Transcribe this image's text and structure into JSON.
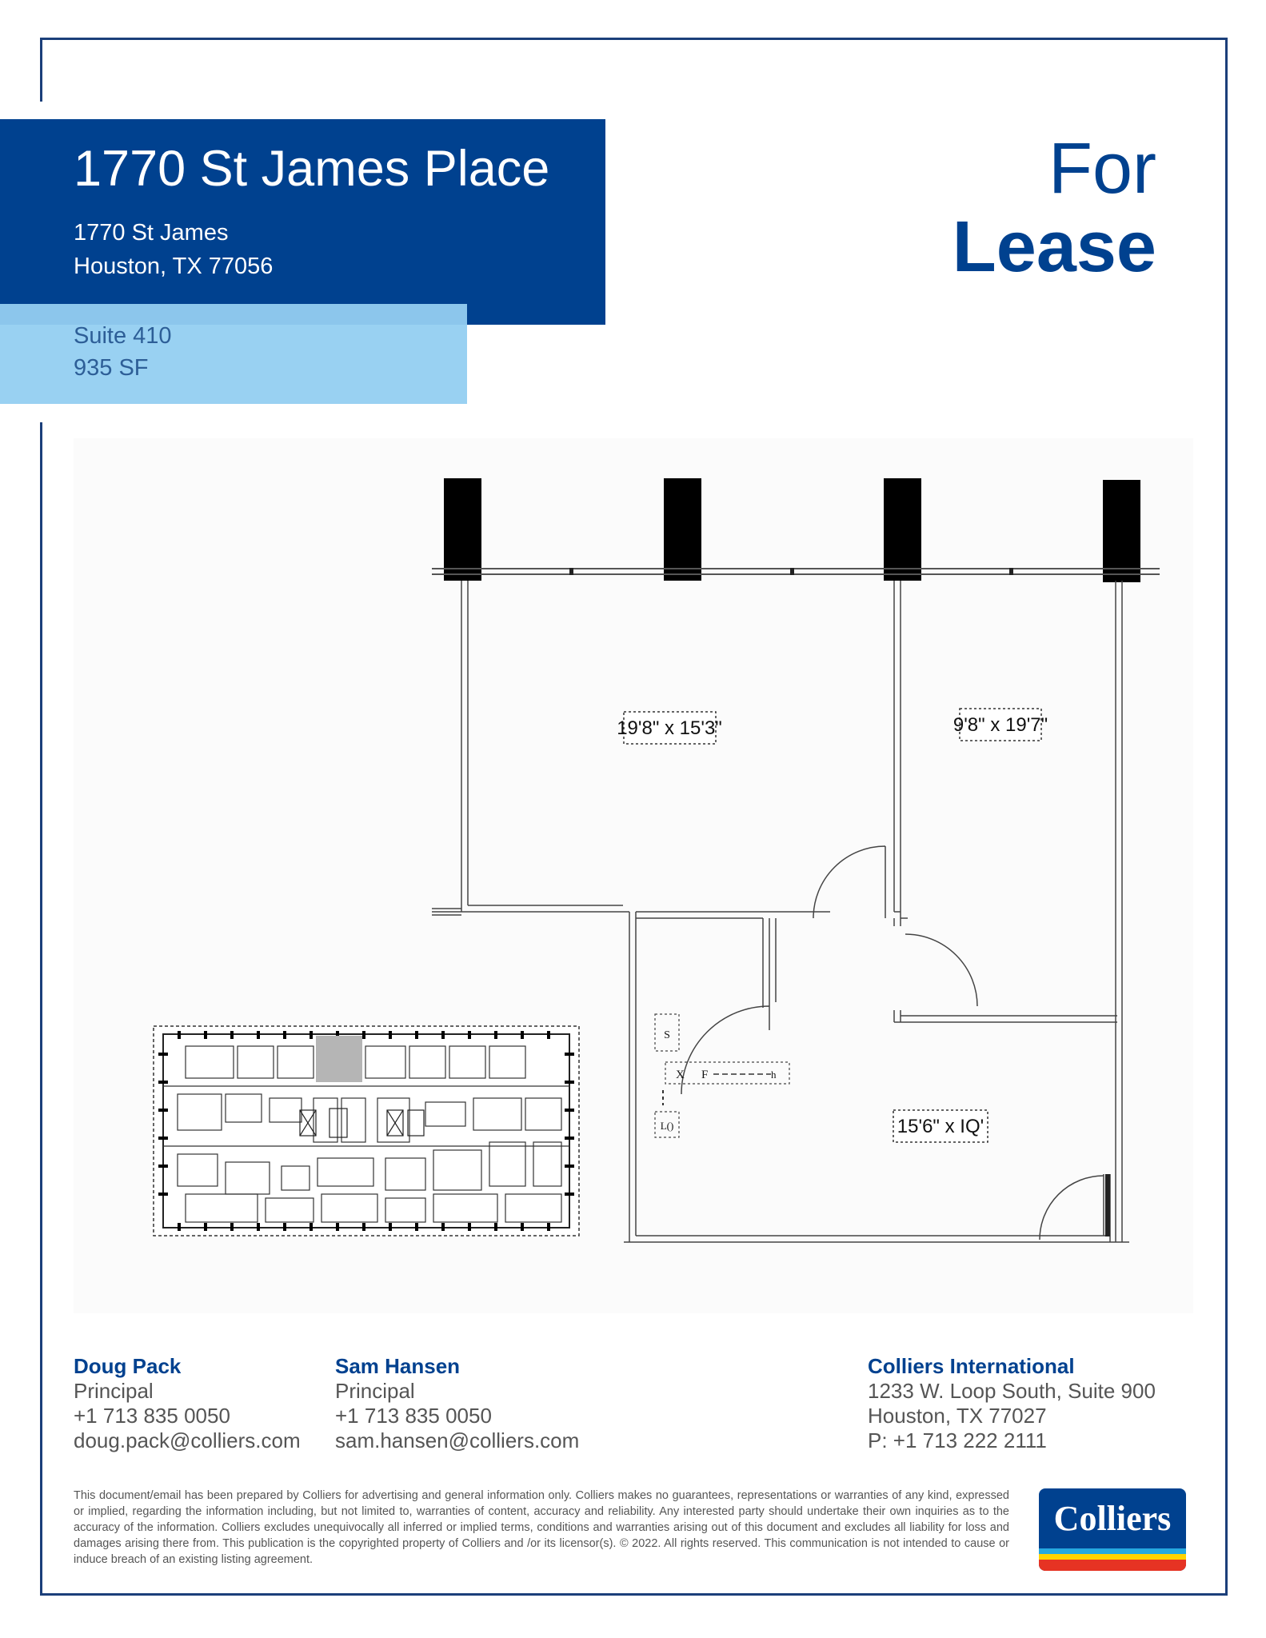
{
  "header": {
    "title": "1770 St James Place",
    "address_line1": "1770 St James",
    "address_line2": "Houston, TX 77056",
    "suite": "Suite 410",
    "size": "935 SF",
    "for": "For",
    "lease": "Lease"
  },
  "floorplan": {
    "room1": "19'8\" x 15'3\"",
    "room2": "9'8\" x 19'7\"",
    "room3": "15'6\" x IQ'",
    "marker_x": "X",
    "marker_f": "F",
    "marker_l": "L()",
    "marker_s": "S",
    "marker_h": "h"
  },
  "contacts": [
    {
      "name": "Doug Pack",
      "role": "Principal",
      "phone": "+1 713 835 0050",
      "email": "doug.pack@colliers.com"
    },
    {
      "name": "Sam Hansen",
      "role": "Principal",
      "phone": "+1 713 835 0050",
      "email": "sam.hansen@colliers.com"
    }
  ],
  "office": {
    "name": "Colliers International",
    "line1": "1233 W. Loop South, Suite 900",
    "line2": "Houston, TX 77027",
    "phone": "P: +1 713 222 2111"
  },
  "disclaimer": "This document/email has been prepared by Colliers for advertising and general information only. Colliers makes no guarantees, representations or warranties of any kind, expressed or implied, regarding the information including, but not limited to, warranties of content, accuracy and reliability. Any interested party should undertake their own inquiries as to the accuracy of the information. Colliers excludes unequivocally all inferred or implied terms, conditions and warranties arising out of this document and excludes all liability for loss and damages arising there from. This publication is the copyrighted property of Colliers and /or its licensor(s). © 2022. All rights reserved. This communication is not intended to cause or induce breach of an existing listing agreement.",
  "logo": {
    "text": "Colliers"
  },
  "colors": {
    "brand_blue": "#00418f",
    "light_blue": "#99d1f2",
    "logo_yellow": "#ffd400",
    "logo_red": "#e63323"
  }
}
